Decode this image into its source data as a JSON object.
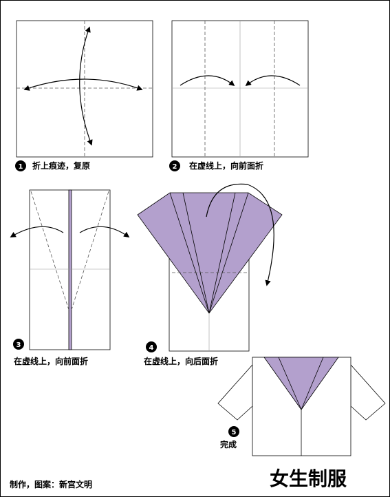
{
  "steps": [
    {
      "number": "1",
      "label": "折上痕迹，复原"
    },
    {
      "number": "2",
      "label": "在虚线上，向前面折"
    },
    {
      "number": "3",
      "label": "在虚线上，向前面折"
    },
    {
      "number": "4",
      "label": "在虚线上，向后面折"
    },
    {
      "number": "5",
      "label": "完成"
    }
  ],
  "credit": "制作，图案：新宫文明",
  "title": "女生制服",
  "colors": {
    "purple": "#b3a0cd",
    "border": "#000000",
    "crease": "#999999"
  }
}
